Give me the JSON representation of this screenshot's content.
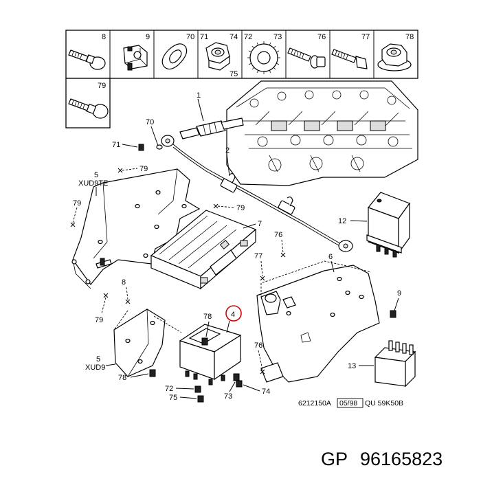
{
  "grid": {
    "row1": [
      {
        "num": "8",
        "icon": "bolt-icon"
      },
      {
        "num": "9",
        "icon": "clip-nut-icon"
      },
      {
        "num": "70",
        "icon": "washer-icon"
      },
      {
        "num": "71",
        "num2": "74",
        "num3": "75",
        "icon": "hex-nut-icon"
      },
      {
        "num": "72",
        "num2": "73",
        "icon": "lock-washer-icon"
      },
      {
        "num": "76",
        "icon": "flange-bolt-icon"
      },
      {
        "num": "77",
        "icon": "bolt-icon"
      },
      {
        "num": "78",
        "icon": "flange-nut-icon"
      }
    ],
    "row2": [
      {
        "num": "79",
        "icon": "bolt-icon"
      }
    ]
  },
  "callouts": {
    "c1": "1",
    "c2": "2",
    "c4": "4",
    "c5a": "5",
    "c5a_sub": "XUD9TE",
    "c5b": "5",
    "c5b_sub": "XUD9",
    "c6": "6",
    "c7": "7",
    "c8": "8",
    "c9": "9",
    "c12": "12",
    "c13": "13",
    "c70": "70",
    "c71": "71",
    "c72": "72",
    "c73": "73",
    "c74": "74",
    "c75": "75",
    "c76a": "76",
    "c76b": "76",
    "c77": "77",
    "c78a": "78",
    "c78b": "78",
    "c79a": "79",
    "c79b": "79",
    "c79c": "79",
    "c79d": "79"
  },
  "ref_code": {
    "part1": "6212150A",
    "part2": "05/98",
    "part3": "QU  59K50B"
  },
  "part_number": {
    "brand": "GP",
    "number": "96165823"
  }
}
